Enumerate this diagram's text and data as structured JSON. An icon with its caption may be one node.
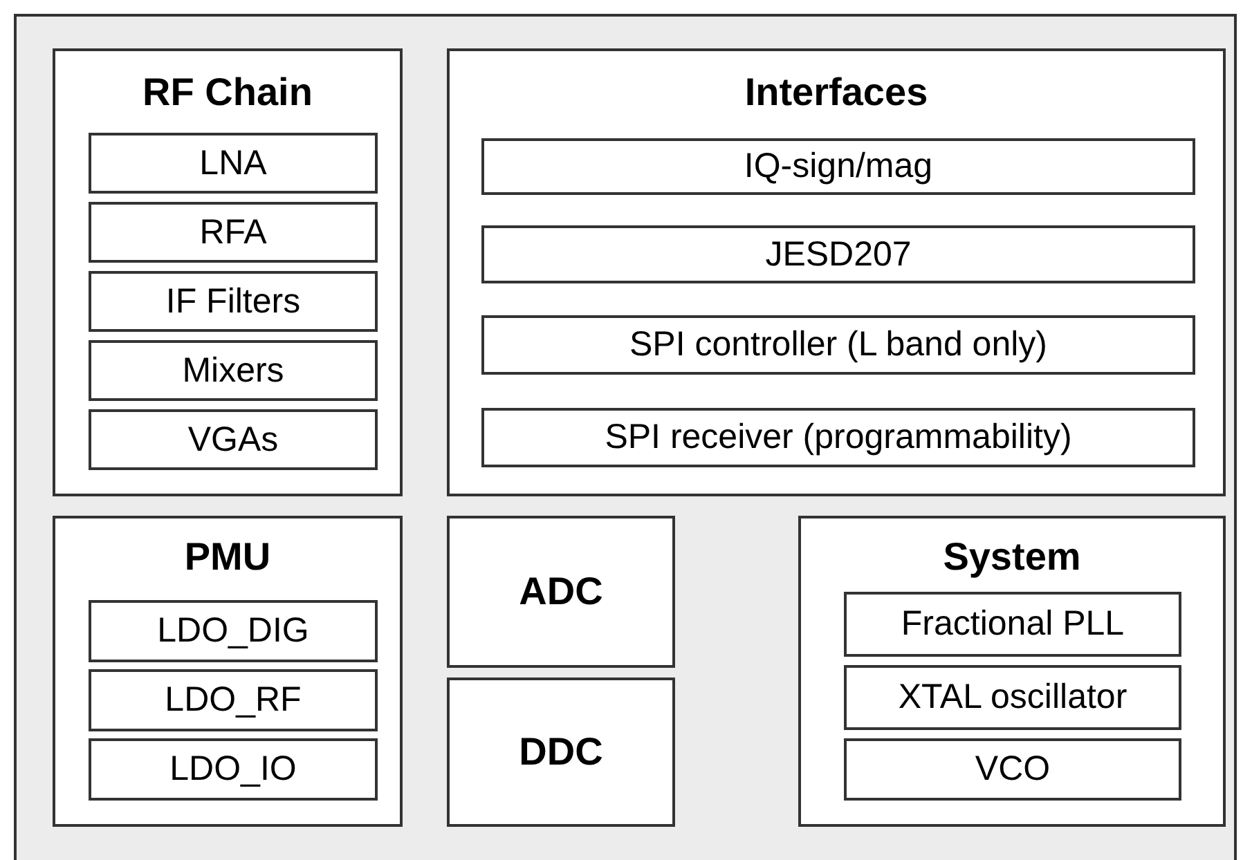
{
  "diagram": {
    "nodes": [
      {
        "text": [],
        "shape": "box"
      },
      {
        "text": [
          "RF Chain"
        ],
        "in": 0
      },
      {
        "text": [
          "LNA"
        ],
        "in": 1
      },
      {
        "text": [
          "RFA"
        ],
        "in": 1
      },
      {
        "text": [
          "IF Filters"
        ],
        "in": 1
      },
      {
        "text": [
          "Mixers"
        ],
        "in": 1
      },
      {
        "text": [
          "VGAs"
        ],
        "in": 1
      },
      {
        "text": [
          "Interfaces"
        ],
        "in": 0
      },
      {
        "text": [
          "IQ-sign/mag"
        ],
        "in": 7
      },
      {
        "text": [
          "JESD207"
        ],
        "in": 7
      },
      {
        "text": [
          "SPI controller (L band only)"
        ],
        "in": 7
      },
      {
        "text": [
          "SPI receiver (programmability)"
        ],
        "in": 7
      },
      {
        "text": [
          "PMU"
        ],
        "in": 0
      },
      {
        "text": [
          "LDO_DIG"
        ],
        "in": 12
      },
      {
        "text": [
          "LDO_RF"
        ],
        "in": 12
      },
      {
        "text": [
          "LDO_IO"
        ],
        "in": 12
      },
      {
        "text": [
          "ADC"
        ],
        "in": 0
      },
      {
        "text": [
          "DDC"
        ],
        "in": 0
      },
      {
        "text": [
          "System"
        ],
        "in": 0
      },
      {
        "text": [
          "Fractional PLL"
        ],
        "in": 18
      },
      {
        "text": [
          "XTAL oscillator"
        ],
        "in": 18
      },
      {
        "text": [
          "VCO"
        ],
        "in": 18
      }
    ]
  }
}
